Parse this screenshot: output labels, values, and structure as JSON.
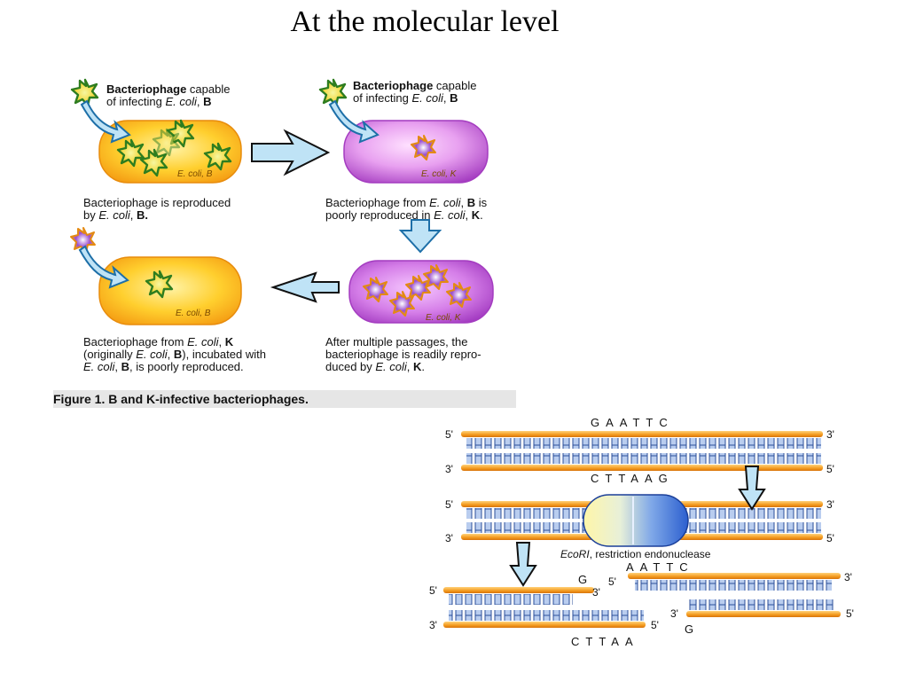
{
  "title": "At the molecular level",
  "figure1": {
    "phage_tl_bold": "Bacteriophage",
    "phage_tl_rest1": " capable",
    "phage_tl_line2a": "of infecting ",
    "phage_tl_line2b": "E. coli",
    "phage_tl_line2c": ", ",
    "phage_tl_line2d": "B",
    "phage_tr_bold": "Bacteriophage",
    "phage_tr_rest1": " capable",
    "phage_tr_line2a": "of infecting ",
    "phage_tr_line2b": "E. coli",
    "phage_tr_line2c": ", ",
    "phage_tr_line2d": "B",
    "cell_tl_label": "E. coli, B",
    "cell_tr_label": "E. coli, K",
    "cell_bl_label": "E. coli, B",
    "cell_br_label": "E. coli, K",
    "cap_tl": [
      "Bacteriophage is reproduced",
      "by ",
      "E. coli",
      ", ",
      "B."
    ],
    "cap_tr": [
      "Bacteriophage from ",
      "E. coli",
      ", ",
      "B",
      " is",
      "poorly reproduced in ",
      "E. coli",
      ", ",
      "K",
      "."
    ],
    "cap_bl": [
      "Bacteriophage from ",
      "E. coli",
      ", ",
      "K",
      "(originally ",
      "E. coli",
      ", ",
      "B",
      "), incubated with",
      "E. coli",
      ", ",
      "B",
      ", is poorly reproduced."
    ],
    "cap_br": [
      "After multiple passages, the",
      "bacteriophage is readily repro-",
      "duced by ",
      "E. coli",
      ", ",
      "K",
      "."
    ],
    "caption": "Figure 1. B and K-infective bacteriophages."
  },
  "dna": {
    "top_seq": "GAATTC",
    "bottom_seq": "CTTAAG",
    "enzyme_label_italic": "EcoRI",
    "enzyme_label_rest": ", restriction endonuclease",
    "cut_right_top": "AATTC",
    "cut_right_bottom_g": "G",
    "cut_left_top_g": "G",
    "cut_left_bottom": "CTTAA",
    "end5": "5'",
    "end3": "3'"
  },
  "colors": {
    "ecoli_b": "#f7b500",
    "ecoli_k": "#c65cd6",
    "arrow_fill": "#bfe3f6",
    "arrow_stroke": "#1d6fa8",
    "phage_green": "#2f8a2f",
    "dna_orange": "#f39a1e",
    "base_blue": "#9db8e0",
    "enzyme_blue": "#3c6fd1"
  }
}
